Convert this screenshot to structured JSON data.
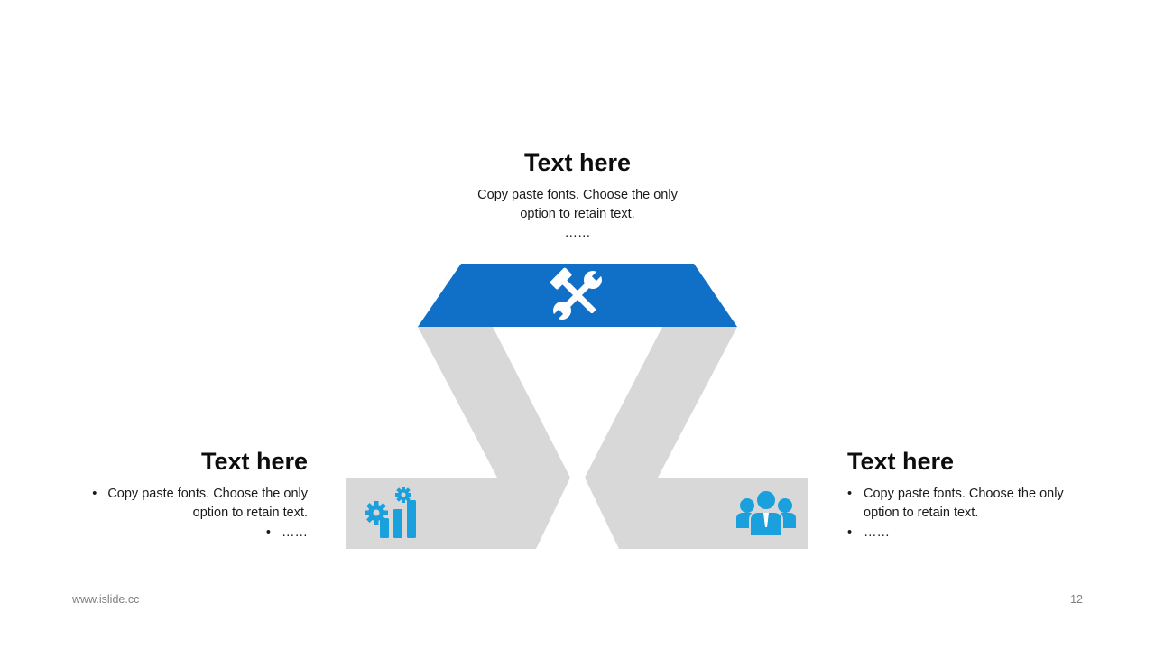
{
  "slide": {
    "page_number": "12",
    "footer_url": "www.islide.cc"
  },
  "top": {
    "title": "Text here",
    "line1": "Copy paste fonts. Choose the only",
    "line2": "option to retain text.",
    "line3": "……",
    "icon": "tools-icon"
  },
  "left": {
    "title": "Text here",
    "bullets": [
      [
        "Copy paste fonts. Choose the only",
        "option to retain text."
      ],
      [
        "……"
      ]
    ],
    "bullet_char": "•",
    "icon": "chart-gears-icon"
  },
  "right": {
    "title": "Text here",
    "bullets": [
      [
        "Copy paste fonts. Choose the only",
        "option to retain text."
      ],
      [
        "……"
      ]
    ],
    "bullet_char": "•",
    "icon": "team-icon"
  },
  "colors": {
    "accent_dark": "#1070c8",
    "accent_light": "#1aa0dc",
    "band_gray": "#d8d8d8",
    "rule": "#a6a6a6"
  }
}
